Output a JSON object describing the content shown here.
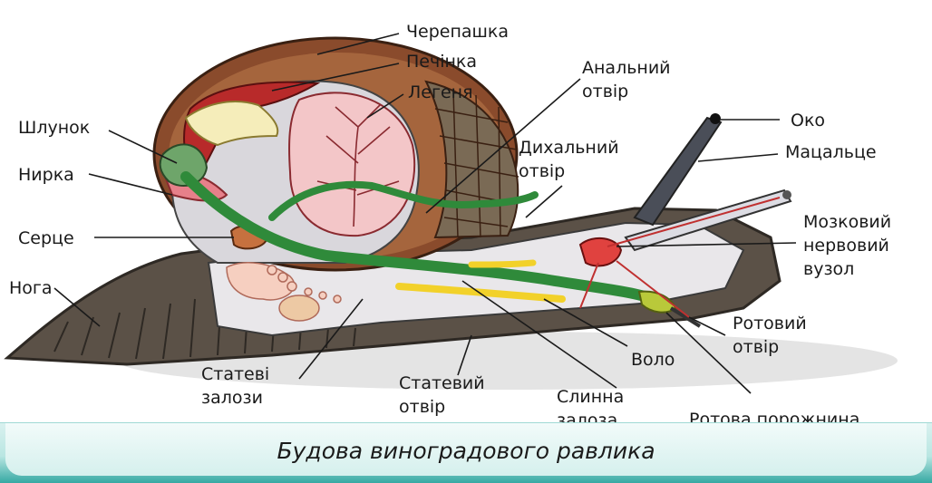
{
  "labels": {
    "cherepashka": "Черепашка",
    "pechinka": "Печінка",
    "legenya": "Легеня",
    "analnyi": "Анальний\nотвір",
    "shlunok": "Шлунок",
    "nyrka": "Нирка",
    "sertse": "Серце",
    "noha": "Нога",
    "dykhalnyi": "Дихальний\nотвір",
    "oko": "Око",
    "matsaltse": "Мацальце",
    "mozkovyi": "Мозковий\nнервовий\nвузол",
    "rotovyi_otvir": "Ротовий\nотвір",
    "rotova_porozhnyna": "Ротова порожнина",
    "volo": "Воло",
    "slynna_zaloza": "Слинна\nзалоза",
    "statevyi_otvir": "Статевий\nотвір",
    "statevi_zalozy": "Статеві\nзалози"
  },
  "caption": "Будова виноградового равлика",
  "colors": {
    "caption_bar": "#36a9a3",
    "foot": "#5b5147",
    "shell": "#8a4b2c",
    "lung": "#f3c6c8",
    "liver": "#b82a2a",
    "intestine": "#2f8a3a",
    "gland": "#f2d12a"
  }
}
